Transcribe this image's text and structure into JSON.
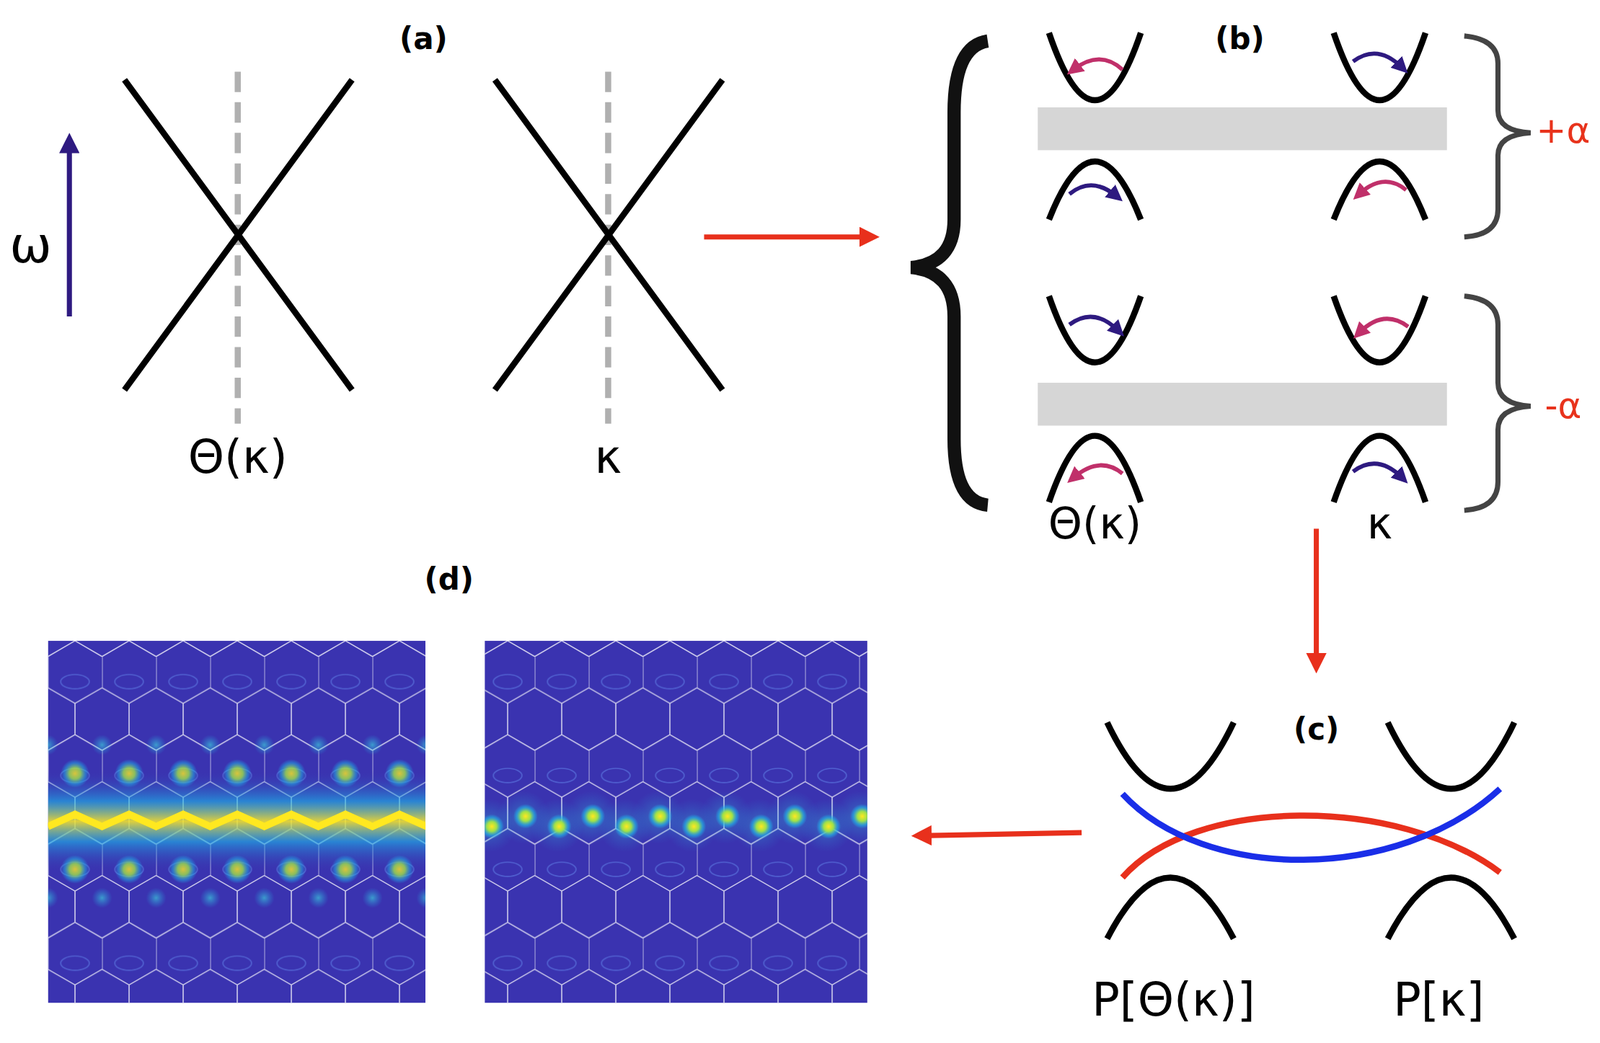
{
  "diagram": {
    "labels": [
      "(a)",
      "ω",
      "Θ(κ)",
      "κ",
      "(b)",
      "+α",
      "-α",
      "Θ(κ)",
      "κ",
      "(c)",
      "P[Θ(κ)]",
      "P[κ]",
      "(d)"
    ]
  }
}
